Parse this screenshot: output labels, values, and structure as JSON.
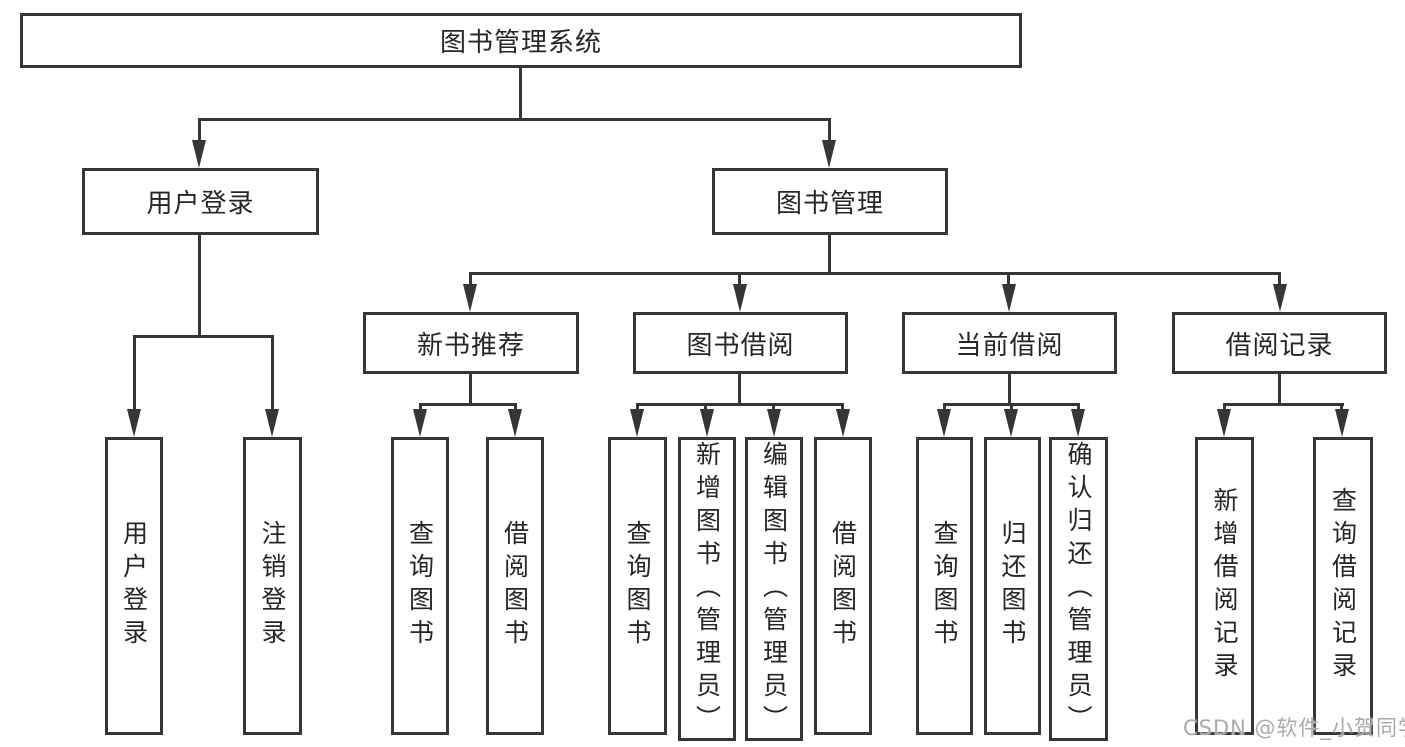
{
  "tree": {
    "root": "图书管理系统",
    "level2": [
      "用户登录",
      "图书管理"
    ],
    "level3": [
      "新书推荐",
      "图书借阅",
      "当前借阅",
      "借阅记录"
    ],
    "leaves": {
      "login": [
        "用户登录",
        "注销登录"
      ],
      "recommend": [
        "查询图书",
        "借阅图书"
      ],
      "borrow": [
        "查询图书",
        "新增图书（管理员）",
        "编辑图书（管理员）",
        "借阅图书"
      ],
      "current": [
        "查询图书",
        "归还图书",
        "确认归还（管理员）"
      ],
      "records": [
        "新增借阅记录",
        "查询借阅记录"
      ]
    }
  },
  "watermark": "CSDN @软件_小贺同学",
  "colors": {
    "line": "#363636",
    "text": "#262626",
    "watermark": "#aaaaaa",
    "background": "#ffffff"
  }
}
